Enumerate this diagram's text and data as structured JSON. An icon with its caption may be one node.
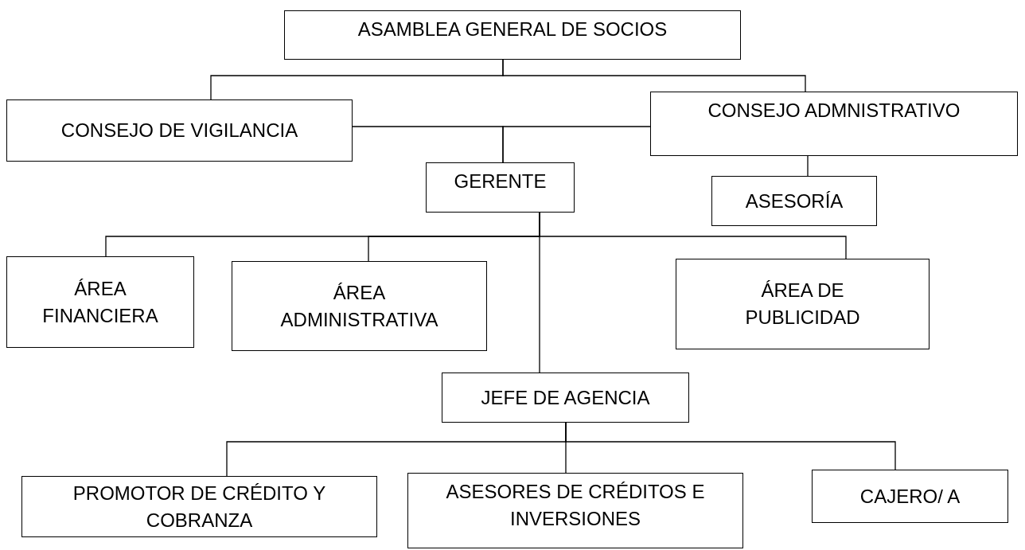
{
  "diagram": {
    "nodes": [
      {
        "text": [
          "ASAMBLEA GENERAL DE SOCIOS"
        ]
      },
      {
        "text": [
          "CONSEJO DE VIGILANCIA"
        ]
      },
      {
        "text": [
          "CONSEJO ADMNISTRATIVO"
        ]
      },
      {
        "text": [
          "GERENTE"
        ]
      },
      {
        "text": [
          "ASESORÍA"
        ]
      },
      {
        "text": [
          "ÁREA FINANCIERA"
        ]
      },
      {
        "text": [
          "ÁREA ADMINISTRATIVA"
        ]
      },
      {
        "text": [
          "ÁREA DE PUBLICIDAD"
        ]
      },
      {
        "text": [
          "JEFE DE AGENCIA"
        ]
      },
      {
        "text": [
          "PROMOTOR DE CRÉDITO Y COBRANZA"
        ]
      },
      {
        "text": [
          "ASESORES DE CRÉDITOS E INVERSIONES"
        ]
      },
      {
        "text": [
          "CAJERO/ A"
        ]
      }
    ],
    "edges": [
      {
        "from": 0,
        "to": 1,
        "arrow": "none"
      },
      {
        "from": 0,
        "to": 2,
        "arrow": "none"
      },
      {
        "from": 1,
        "to": 3,
        "arrow": "none"
      },
      {
        "from": 2,
        "to": 3,
        "arrow": "none"
      },
      {
        "from": 2,
        "to": 4,
        "arrow": "none"
      },
      {
        "from": 3,
        "to": 5,
        "arrow": "none"
      },
      {
        "from": 3,
        "to": 6,
        "arrow": "none"
      },
      {
        "from": 3,
        "to": 7,
        "arrow": "none"
      },
      {
        "from": 3,
        "to": 8,
        "arrow": "none"
      },
      {
        "from": 8,
        "to": 9,
        "arrow": "none"
      },
      {
        "from": 8,
        "to": 10,
        "arrow": "none"
      },
      {
        "from": 8,
        "to": 11,
        "arrow": "none"
      }
    ]
  }
}
